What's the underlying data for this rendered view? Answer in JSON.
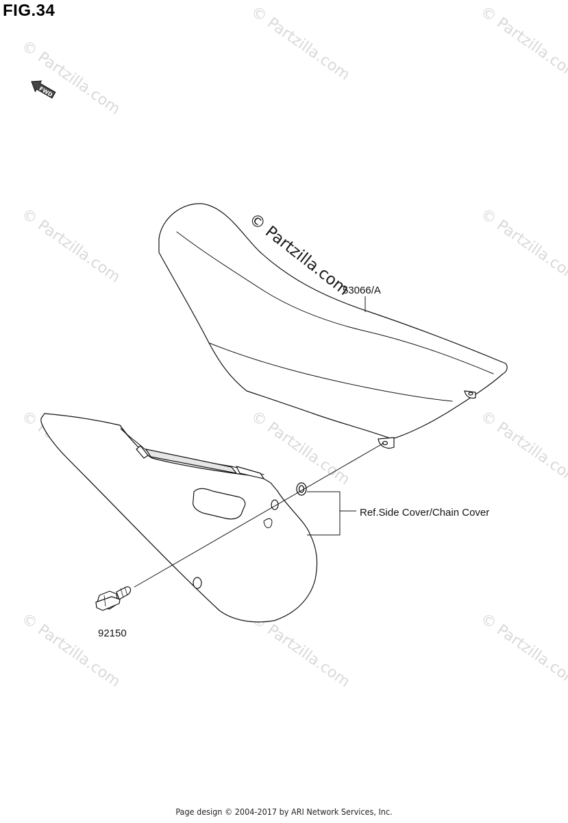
{
  "figure": {
    "title": "FIG.34"
  },
  "direction_badge": {
    "text": "FWD",
    "icon": "fwd-arrow-icon"
  },
  "parts": [
    {
      "number": "53066/A"
    },
    {
      "number": "92150"
    }
  ],
  "reference_label": "Ref.Side Cover/Chain Cover",
  "watermark": {
    "main": "© Partzilla.com",
    "repeat": "© Partzilla.com"
  },
  "footer": {
    "text": "Page design © 2004-2017 by ARI Network Services, Inc."
  }
}
